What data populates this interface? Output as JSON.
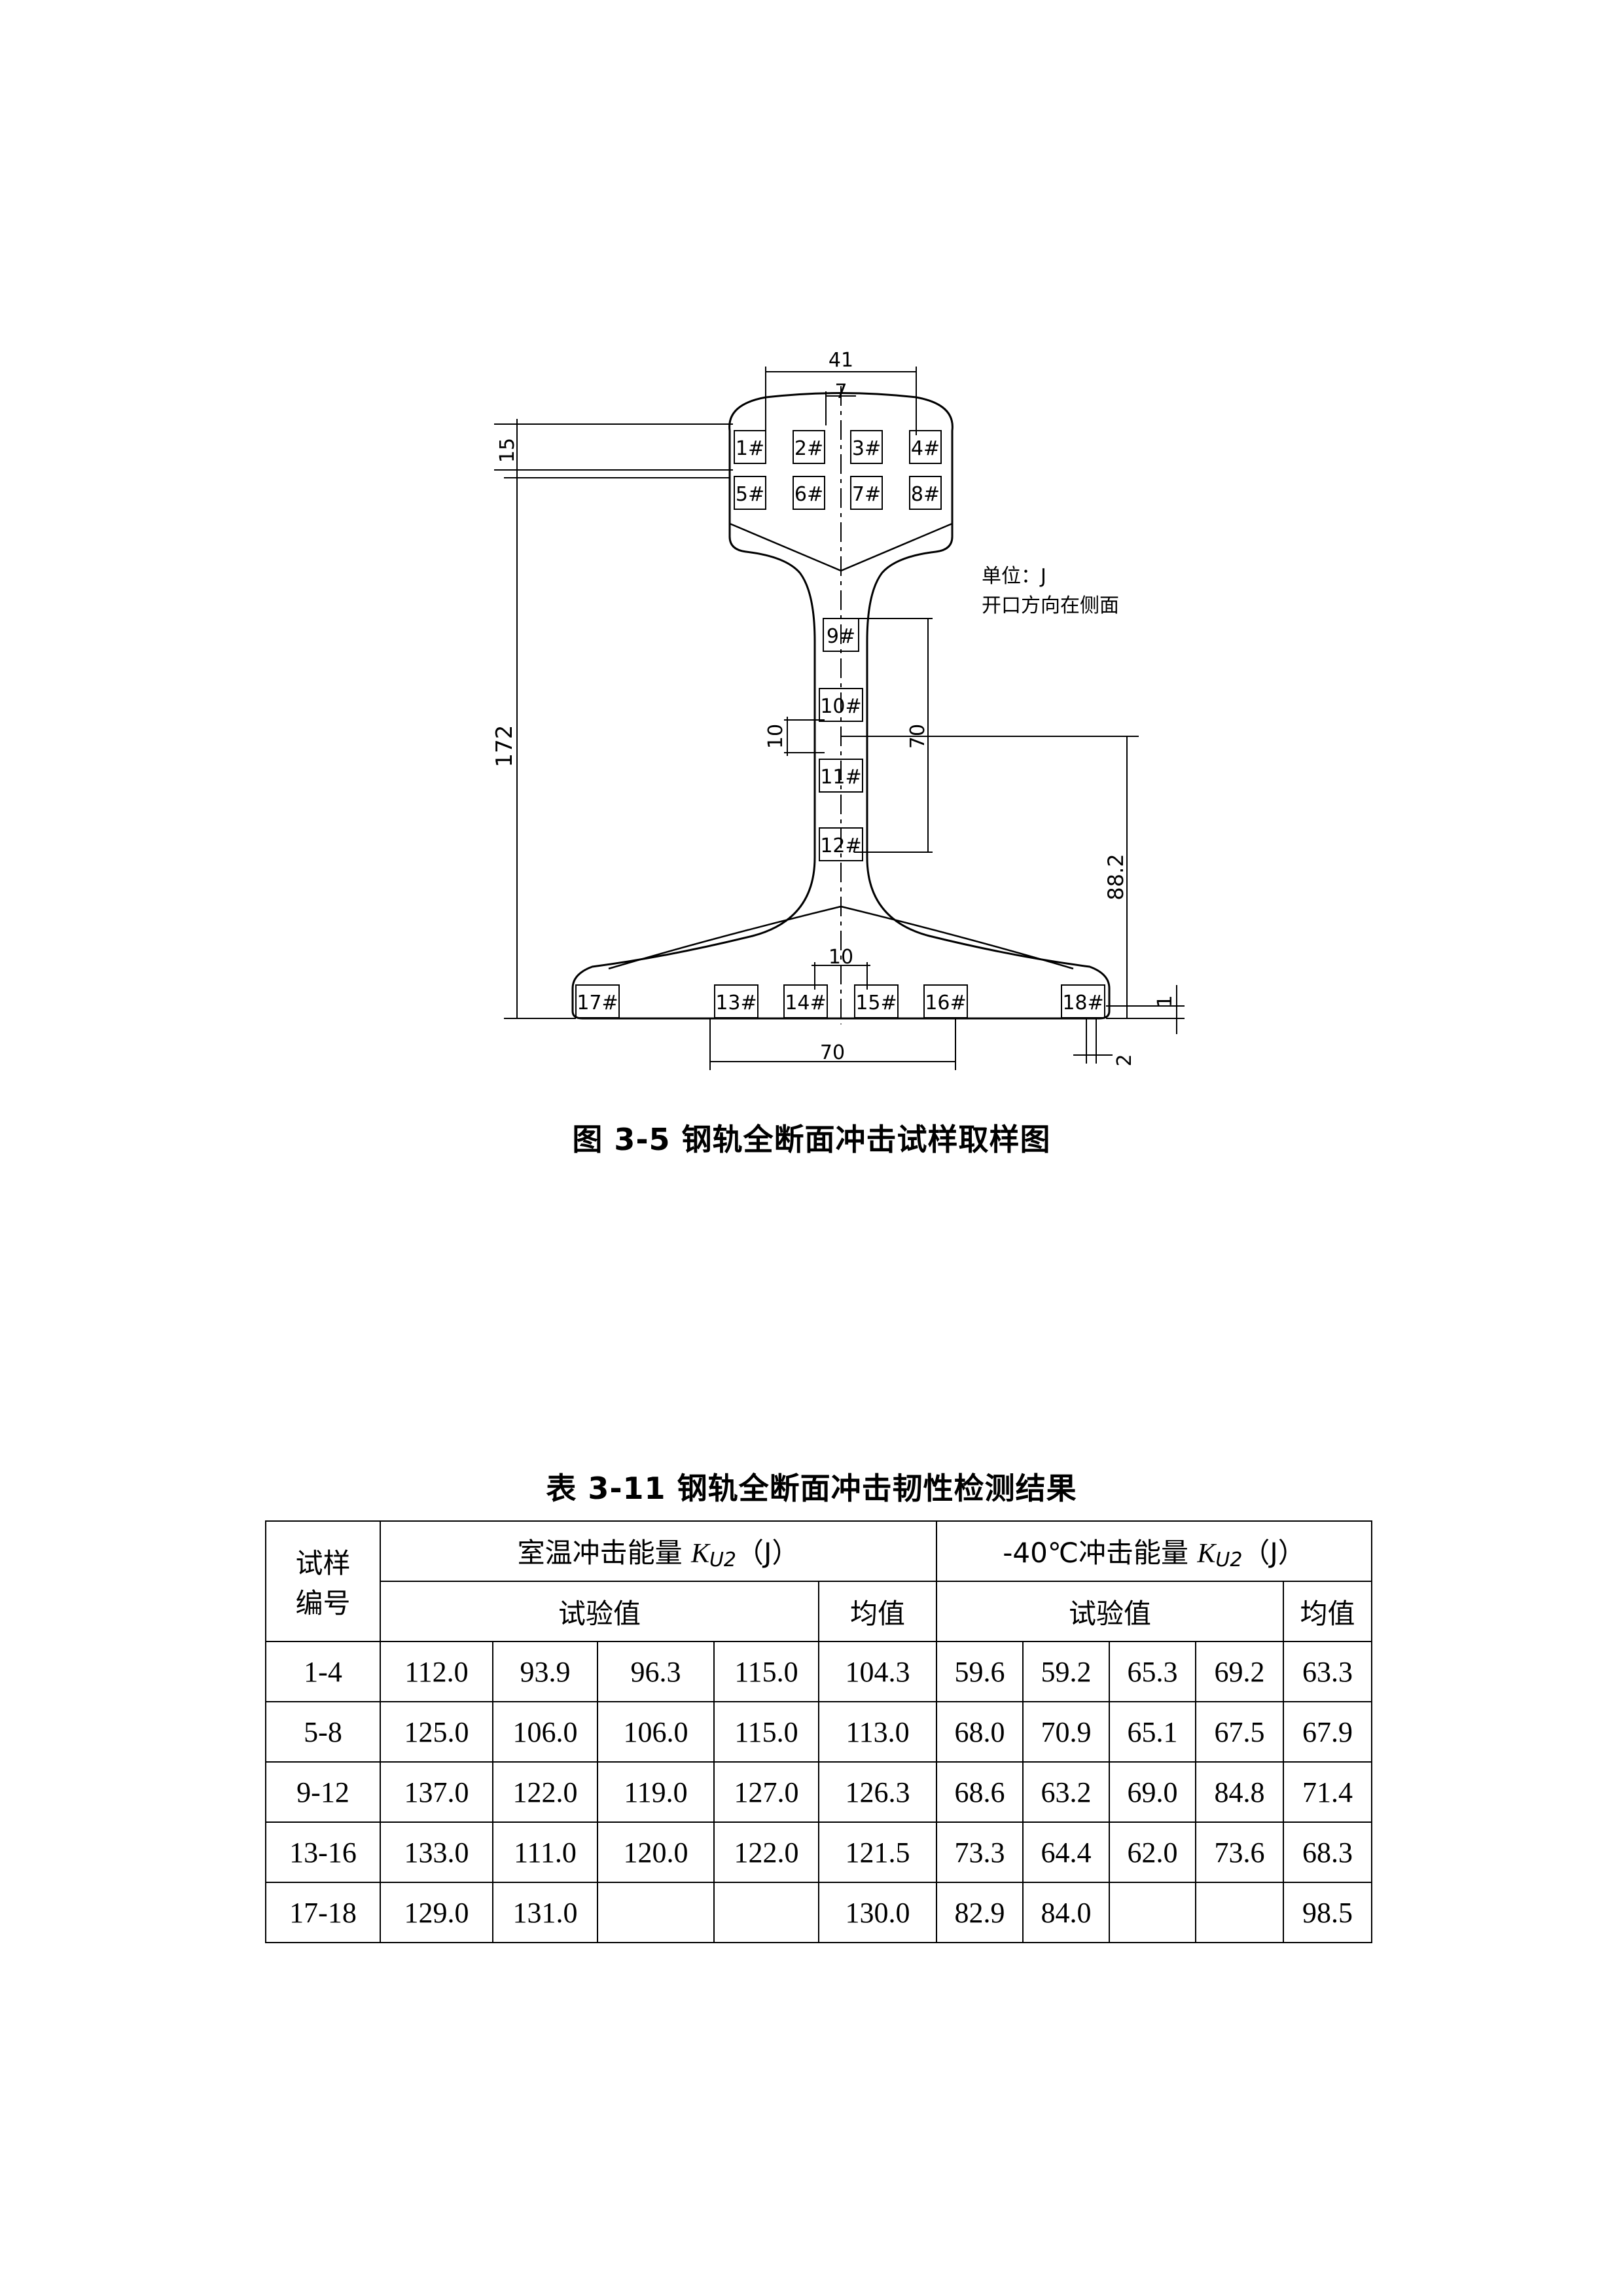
{
  "figure": {
    "caption": "图 3-5 钢轨全断面冲击试样取样图",
    "unit_note_line1": "单位：J",
    "unit_note_line2": "开口方向在侧面",
    "dimensions": {
      "head_width": "41",
      "top_seven": "7",
      "head_depth": "15",
      "height": "172",
      "web_ten": "10",
      "web_seventy": "70",
      "neutral_height": "88.2",
      "foot_ten": "10",
      "foot_seventy": "70",
      "foot_one": "1",
      "foot_two": "2"
    },
    "specimens": [
      {
        "label": "1#"
      },
      {
        "label": "2#"
      },
      {
        "label": "3#"
      },
      {
        "label": "4#"
      },
      {
        "label": "5#"
      },
      {
        "label": "6#"
      },
      {
        "label": "7#"
      },
      {
        "label": "8#"
      },
      {
        "label": "9#"
      },
      {
        "label": "10#"
      },
      {
        "label": "11#"
      },
      {
        "label": "12#"
      },
      {
        "label": "13#"
      },
      {
        "label": "14#"
      },
      {
        "label": "15#"
      },
      {
        "label": "16#"
      },
      {
        "label": "17#"
      },
      {
        "label": "18#"
      }
    ]
  },
  "table": {
    "caption": "表 3-11 钢轨全断面冲击韧性检测结果",
    "header": {
      "sample_line1": "试样",
      "sample_line2": "编号",
      "room_prefix": "室温冲击能量 ",
      "symbol": "K",
      "subscript": "U2",
      "unit": "（J）",
      "cold_prefix": "-40℃冲击能量 ",
      "test_values": "试验值",
      "mean": "均值"
    },
    "rows": [
      {
        "id": "1-4",
        "room": [
          "112.0",
          "93.9",
          "96.3",
          "115.0"
        ],
        "room_mean": "104.3",
        "cold": [
          "59.6",
          "59.2",
          "65.3",
          "69.2"
        ],
        "cold_mean": "63.3"
      },
      {
        "id": "5-8",
        "room": [
          "125.0",
          "106.0",
          "106.0",
          "115.0"
        ],
        "room_mean": "113.0",
        "cold": [
          "68.0",
          "70.9",
          "65.1",
          "67.5"
        ],
        "cold_mean": "67.9"
      },
      {
        "id": "9-12",
        "room": [
          "137.0",
          "122.0",
          "119.0",
          "127.0"
        ],
        "room_mean": "126.3",
        "cold": [
          "68.6",
          "63.2",
          "69.0",
          "84.8"
        ],
        "cold_mean": "71.4"
      },
      {
        "id": "13-16",
        "room": [
          "133.0",
          "111.0",
          "120.0",
          "122.0"
        ],
        "room_mean": "121.5",
        "cold": [
          "73.3",
          "64.4",
          "62.0",
          "73.6"
        ],
        "cold_mean": "68.3"
      },
      {
        "id": "17-18",
        "room": [
          "129.0",
          "131.0",
          "",
          ""
        ],
        "room_mean": "130.0",
        "cold": [
          "82.9",
          "84.0",
          "",
          ""
        ],
        "cold_mean": "98.5"
      }
    ]
  }
}
